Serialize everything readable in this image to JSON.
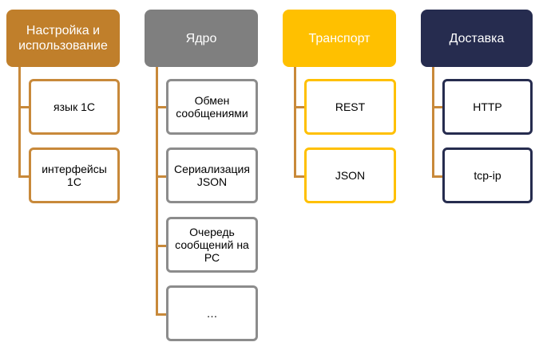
{
  "columns": [
    {
      "header": "Настройка  и\nиспользование",
      "header_bg": "#c07f2b",
      "header_color": "#ffffff",
      "line_color": "#c8893a",
      "box_border": "#c8893a",
      "items": [
        "язык 1С",
        "интерфейсы\n1С"
      ]
    },
    {
      "header": "Ядро",
      "header_bg": "#7f7f7f",
      "header_color": "#ffffff",
      "line_color": "#c8893a",
      "box_border": "#8c8c8c",
      "items": [
        "Обмен\nсообщениями",
        "Сериализация\nJSON",
        "Очередь\nсообщений на\nРС",
        "…"
      ]
    },
    {
      "header": "Транспорт",
      "header_bg": "#ffc000",
      "header_color": "#ffffff",
      "line_color": "#c8893a",
      "box_border": "#ffc000",
      "items": [
        "REST",
        "JSON"
      ]
    },
    {
      "header": "Доставка",
      "header_bg": "#262c4f",
      "header_color": "#ffffff",
      "line_color": "#c8893a",
      "box_border": "#262c4f",
      "items": [
        "HTTP",
        "tcp-ip"
      ]
    }
  ]
}
